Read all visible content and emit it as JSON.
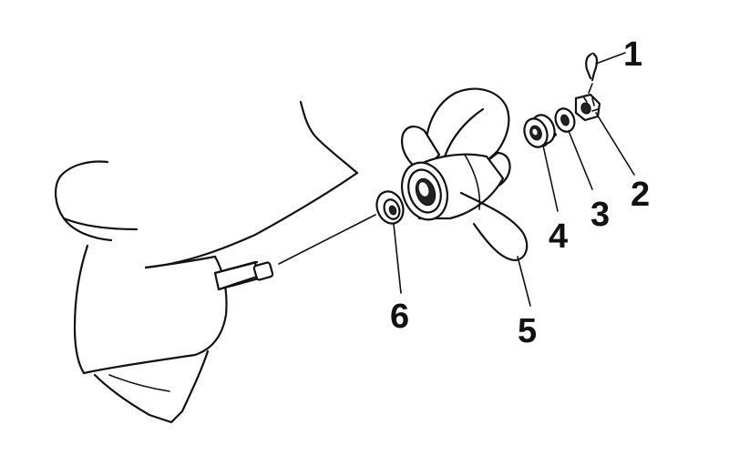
{
  "diagram": {
    "callouts": [
      "1",
      "2",
      "3",
      "4",
      "5",
      "6"
    ],
    "parts": [
      "cotter-pin",
      "castle-nut",
      "washer",
      "spacer",
      "propeller",
      "thrust-washer",
      "propeller-shaft",
      "lower-unit-gearcase"
    ]
  },
  "colors": {
    "ink": "#111111",
    "paper": "#ffffff"
  }
}
